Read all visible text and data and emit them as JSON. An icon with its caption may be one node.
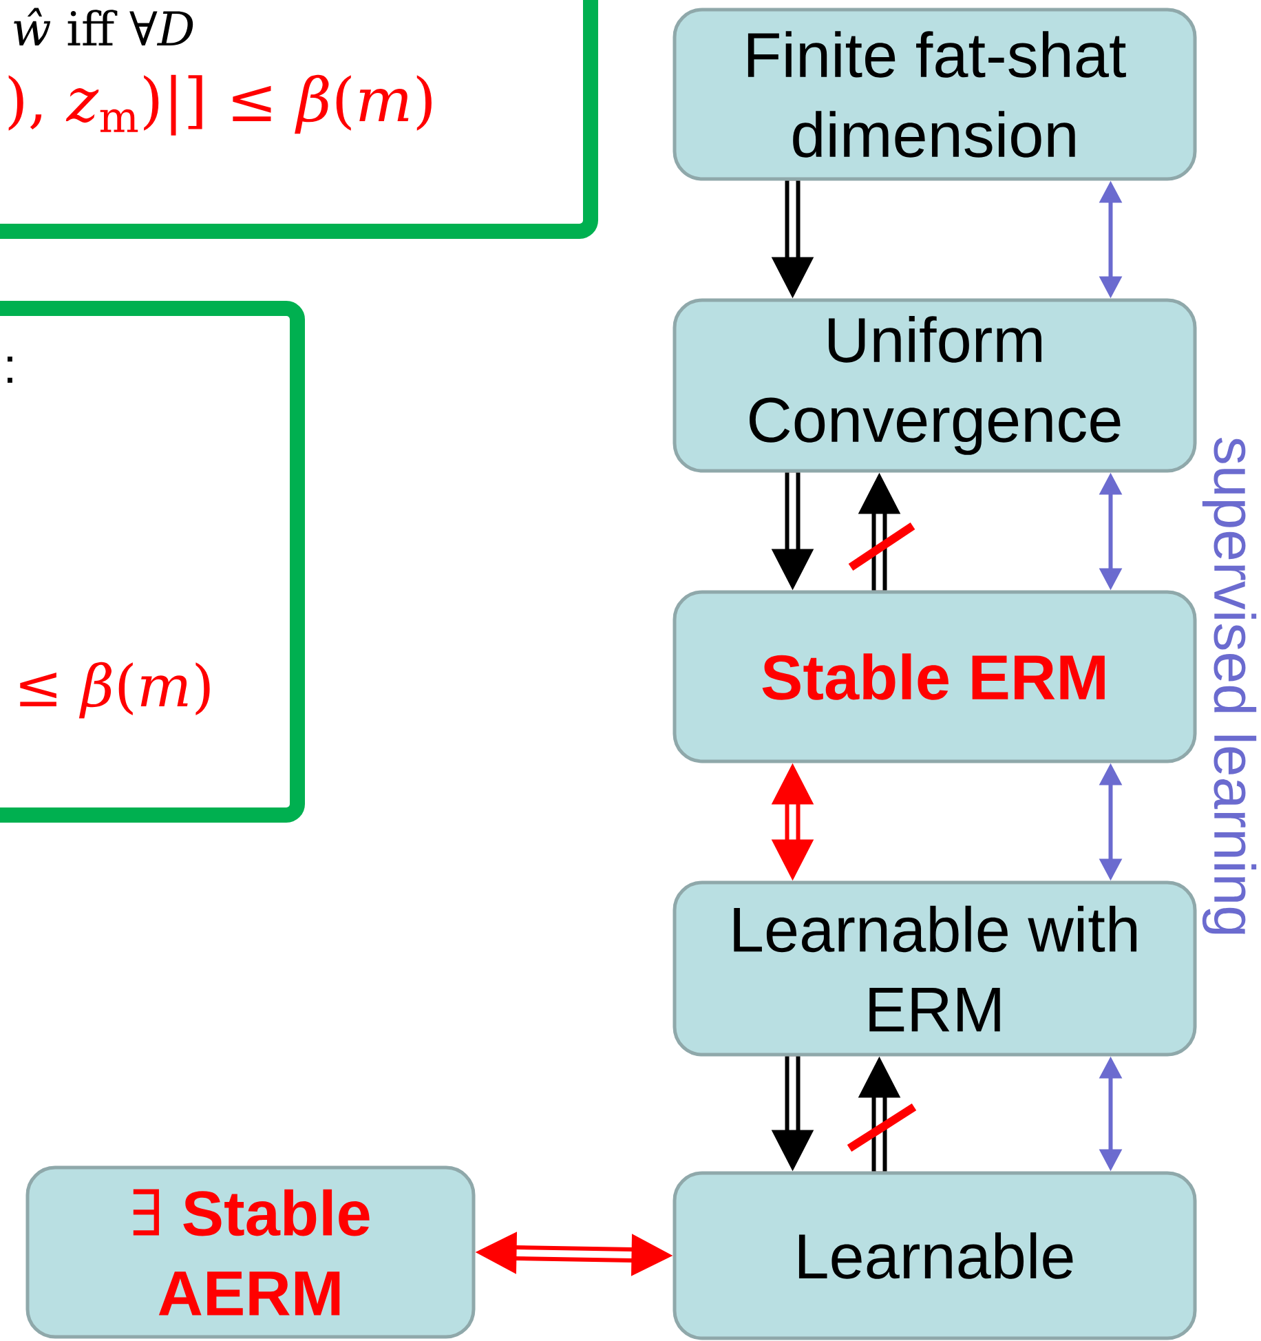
{
  "diagram": {
    "nodes": [
      {
        "text": [
          "*ŵ* iff ∀*D*",
          "), *z*$_{m}$)|] ≤ *β*(*m*)"
        ]
      },
      {
        "text": [
          "Finite fat-shat dimension"
        ]
      },
      {
        "text": [
          ":",
          "≤ *β*(*m*)"
        ]
      },
      {
        "text": [
          "Uniform Convergence"
        ]
      },
      {
        "text": [
          "Stable ERM"
        ]
      },
      {
        "text": [
          "Learnable with ERM"
        ]
      },
      {
        "text": [
          "∃ **Stable AERM**"
        ]
      },
      {
        "text": [
          "Learnable"
        ]
      }
    ],
    "edges": [
      {
        "from": 1,
        "to": 3,
        "arrow": "to"
      },
      {
        "from": 1,
        "to": 3,
        "arrow": "both",
        "color": "#6b6bcf"
      },
      {
        "from": 3,
        "to": 4,
        "arrow": "to"
      },
      {
        "from": 4,
        "to": 3,
        "arrow": "to"
      },
      {
        "from": 3,
        "to": 4,
        "arrow": "both",
        "color": "#6b6bcf"
      },
      {
        "from": 4,
        "to": 5,
        "arrow": "both",
        "color": "#ff0000"
      },
      {
        "from": 4,
        "to": 5,
        "arrow": "both",
        "color": "#6b6bcf"
      },
      {
        "from": 5,
        "to": 7,
        "arrow": "to"
      },
      {
        "from": 7,
        "to": 5,
        "arrow": "to"
      },
      {
        "from": 5,
        "to": 7,
        "arrow": "both",
        "color": "#6b6bcf"
      },
      {
        "from": 6,
        "to": 7,
        "arrow": "both",
        "color": "#ff0000"
      }
    ],
    "labels": [
      "supervised learning"
    ]
  }
}
